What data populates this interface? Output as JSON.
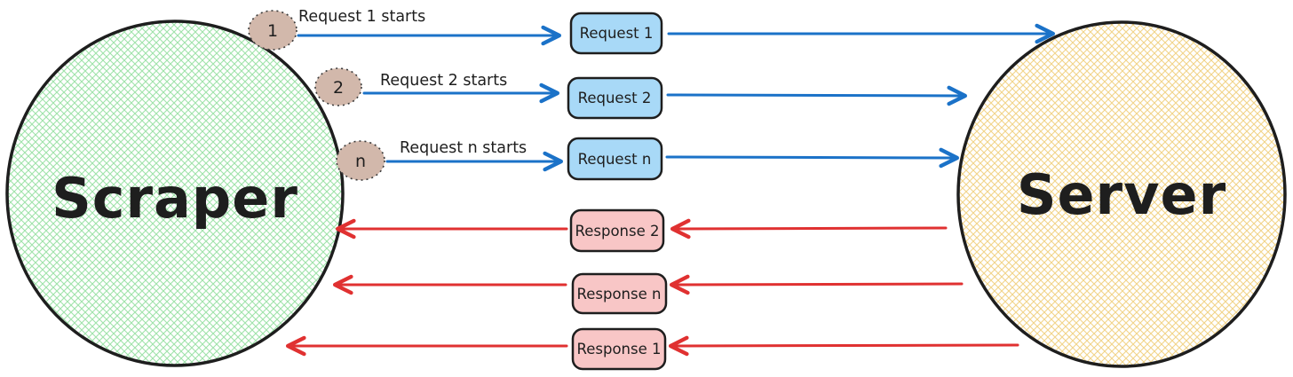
{
  "diagram": {
    "scraper": {
      "label": "Scraper"
    },
    "server": {
      "label": "Server"
    },
    "requests": [
      {
        "marker": "1",
        "annotation": "Request 1 starts",
        "box_label": "Request 1"
      },
      {
        "marker": "2",
        "annotation": "Request 2 starts",
        "box_label": "Request 2"
      },
      {
        "marker": "n",
        "annotation": "Request n starts",
        "box_label": "Request n"
      }
    ],
    "responses": [
      {
        "box_label": "Response 2"
      },
      {
        "box_label": "Response n"
      },
      {
        "box_label": "Response 1"
      }
    ],
    "colors": {
      "request_arrow": "#1b72c8",
      "response_arrow": "#e03131",
      "request_box_fill": "#a8d9f7",
      "response_box_fill": "#f8c6c6",
      "marker_fill": "#d2b8ab",
      "scraper_hatch": "#9fe3aa",
      "server_hatch": "#f2d489",
      "outline": "#1e1e1e"
    }
  }
}
